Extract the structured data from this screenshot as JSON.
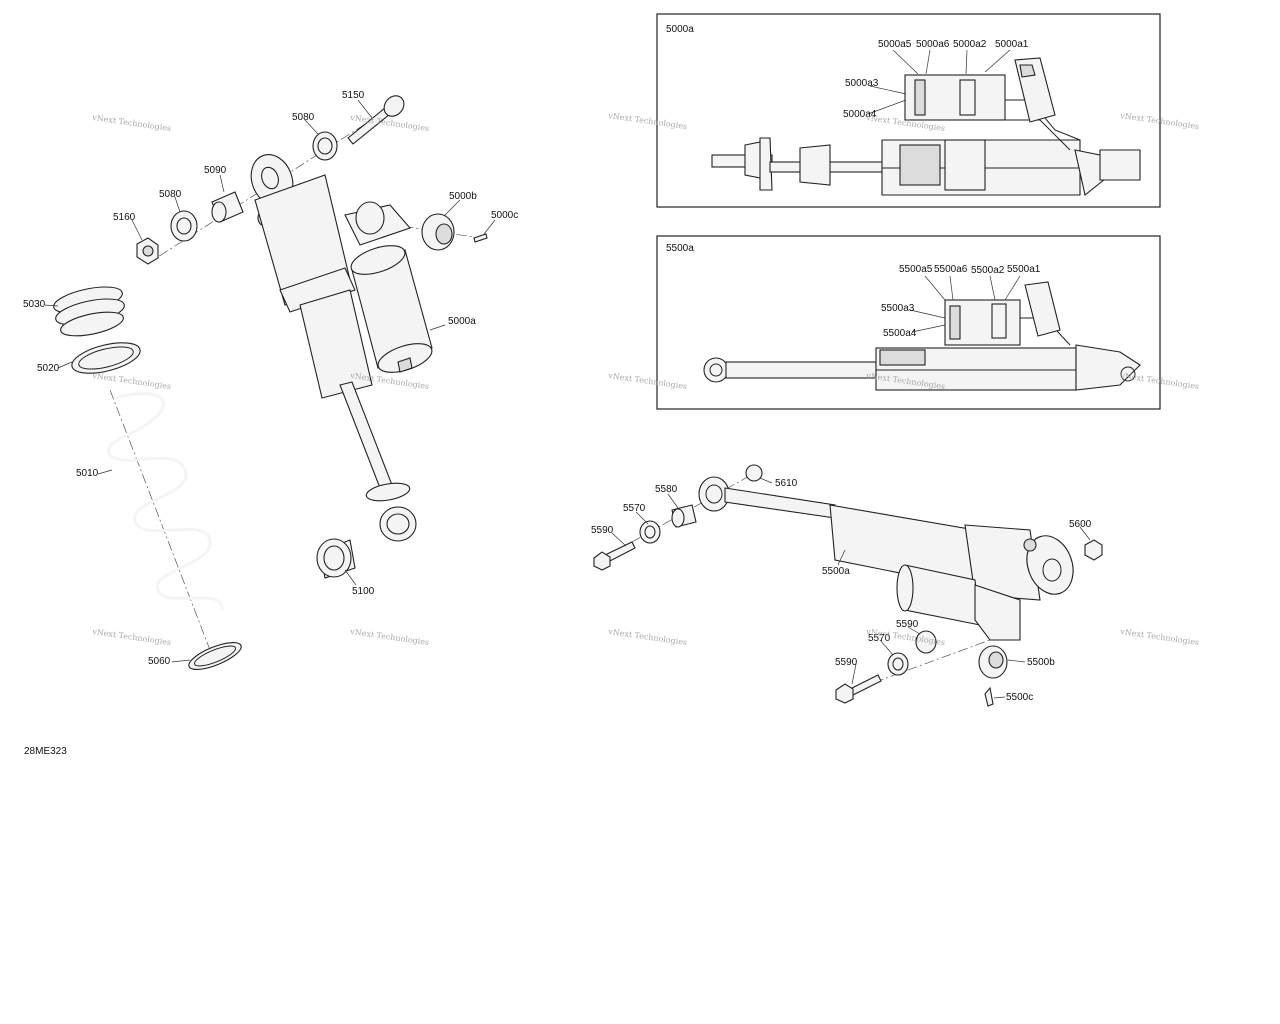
{
  "figure_code": "28ME323",
  "watermark": "vNext Technologies",
  "insets": [
    {
      "id": "inset-5000a",
      "title": "5000a",
      "labels": [
        "5000a5",
        "5000a6",
        "5000a2",
        "5000a1",
        "5000a3",
        "5000a4"
      ]
    },
    {
      "id": "inset-5500a",
      "title": "5500a",
      "labels": [
        "5500a5",
        "5500a6",
        "5500a2",
        "5500a1",
        "5500a3",
        "5500a4"
      ]
    }
  ],
  "callouts": {
    "left": [
      "5150",
      "5080",
      "5090",
      "5080",
      "5160",
      "5000b",
      "5000c",
      "5030",
      "5020",
      "5000a",
      "5010",
      "5100",
      "5060"
    ],
    "right": [
      "5610",
      "5580",
      "5570",
      "5590",
      "5600",
      "5500a",
      "5590",
      "5570",
      "5590",
      "5500b",
      "5500c"
    ]
  }
}
